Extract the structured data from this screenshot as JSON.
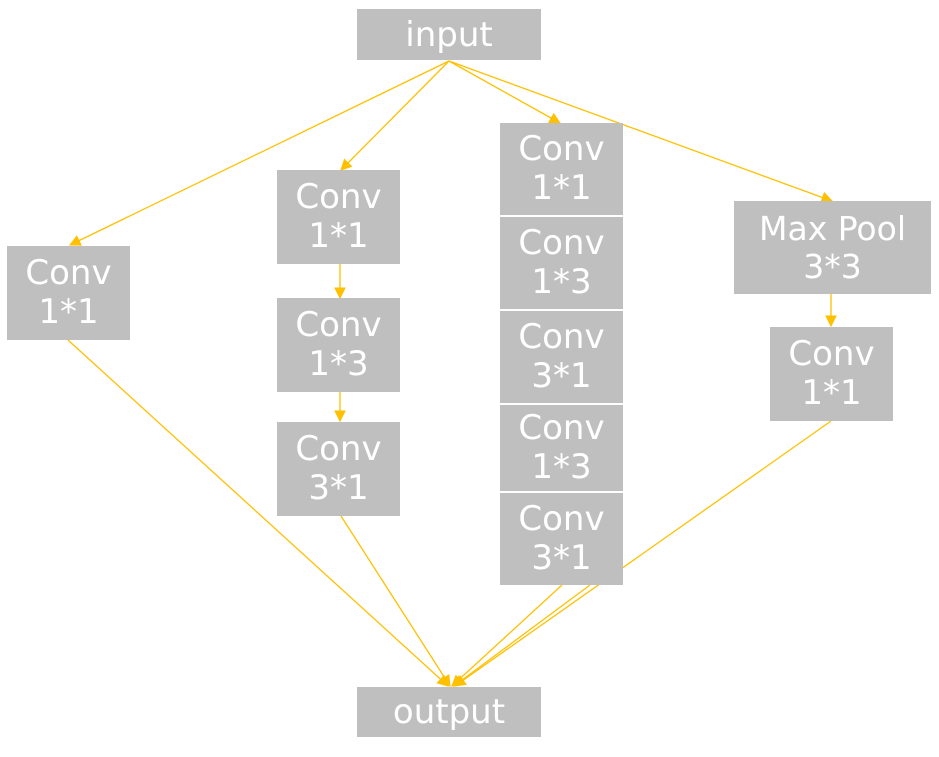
{
  "nodes": {
    "input": {
      "label": "input"
    },
    "output": {
      "label": "output"
    },
    "b1_conv": {
      "line1": "Conv",
      "line2": "1*1"
    },
    "b2_conv1": {
      "line1": "Conv",
      "line2": "1*1"
    },
    "b2_conv2": {
      "line1": "Conv",
      "line2": "1*3"
    },
    "b2_conv3": {
      "line1": "Conv",
      "line2": "3*1"
    },
    "b3_conv1": {
      "line1": "Conv",
      "line2": "1*1"
    },
    "b3_conv2": {
      "line1": "Conv",
      "line2": "1*3"
    },
    "b3_conv3": {
      "line1": "Conv",
      "line2": "3*1"
    },
    "b3_conv4": {
      "line1": "Conv",
      "line2": "1*3"
    },
    "b3_conv5": {
      "line1": "Conv",
      "line2": "3*1"
    },
    "b4_pool": {
      "line1": "Max Pool",
      "line2": "3*3"
    },
    "b4_conv": {
      "line1": "Conv",
      "line2": "1*1"
    }
  },
  "colors": {
    "box_fill": "#bfbfbf",
    "box_text": "#ffffff",
    "edge": "#ffc000"
  }
}
